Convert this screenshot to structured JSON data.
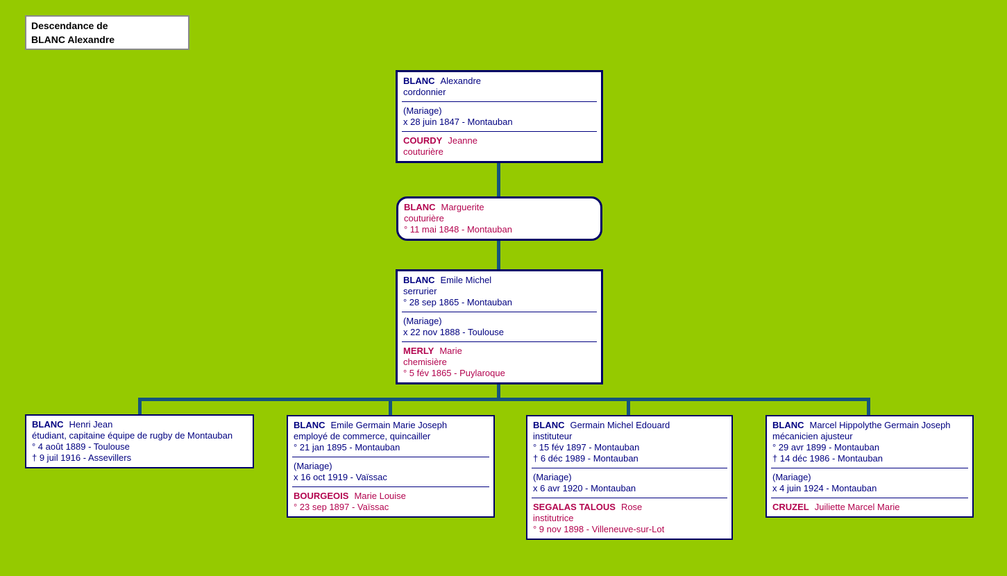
{
  "title_box": {
    "line1": "Descendance de",
    "line2": "BLANC Alexandre"
  },
  "colors": {
    "background": "#95ca00",
    "box_border": "#000066",
    "connector": "#14537d",
    "male_text": "#000080",
    "female_text": "#b3044f",
    "title_text": "#000000",
    "box_background": "#ffffff"
  },
  "nodes": {
    "alexandre": {
      "husband": {
        "surname": "BLANC",
        "given": "Alexandre",
        "occupation": "cordonnier"
      },
      "marriage": {
        "label": "(Mariage)",
        "event": "x 28 juin 1847  - Montauban"
      },
      "wife": {
        "surname": "COURDY",
        "given": "Jeanne",
        "occupation": "couturière"
      }
    },
    "marguerite": {
      "person": {
        "surname": "BLANC",
        "given": "Marguerite",
        "occupation": "couturière",
        "birth": "° 11 mai 1848  - Montauban"
      }
    },
    "emile_michel": {
      "husband": {
        "surname": "BLANC",
        "given": "Emile Michel",
        "occupation": "serrurier",
        "birth": "° 28 sep 1865 - Montauban"
      },
      "marriage": {
        "label": "(Mariage)",
        "event": "x 22 nov 1888 - Toulouse"
      },
      "wife": {
        "surname": "MERLY",
        "given": "Marie",
        "occupation": "chemisière",
        "birth": "° 5 fév 1865  - Puylaroque"
      }
    },
    "henri": {
      "person": {
        "surname": "BLANC",
        "given": "Henri Jean",
        "occupation": "étudiant, capitaine équipe de rugby de Montauban",
        "birth": "° 4 août 1889 - Toulouse",
        "death": "† 9 juil 1916  - Assevillers"
      }
    },
    "emile_germain": {
      "husband": {
        "surname": "BLANC",
        "given": "Emile Germain Marie Joseph",
        "occupation": "employé de commerce, quincailler",
        "birth": "° 21 jan 1895 - Montauban"
      },
      "marriage": {
        "label": "(Mariage)",
        "event": "x 16 oct 1919 - Vaïssac"
      },
      "wife": {
        "surname": "BOURGEOIS",
        "given": "Marie Louise",
        "birth": "° 23 sep 1897 - Vaïssac"
      }
    },
    "germain": {
      "husband": {
        "surname": "BLANC",
        "given": "Germain Michel Edouard",
        "occupation": "instituteur",
        "birth": "° 15 fév 1897 - Montauban",
        "death": "† 6 déc 1989 - Montauban"
      },
      "marriage": {
        "label": "(Mariage)",
        "event": "x 6 avr 1920 - Montauban"
      },
      "wife": {
        "surname": "SEGALAS TALOUS",
        "given": "Rose",
        "occupation": "institutrice",
        "birth": "° 9 nov 1898  - Villeneuve-sur-Lot"
      }
    },
    "marcel": {
      "husband": {
        "surname": "BLANC",
        "given": "Marcel Hippolythe Germain Joseph",
        "occupation": "mécanicien ajusteur",
        "birth": "° 29 avr 1899 - Montauban",
        "death": "† 14 déc 1986  - Montauban"
      },
      "marriage": {
        "label": "(Mariage)",
        "event": "x 4 juin 1924  - Montauban"
      },
      "wife": {
        "surname": "CRUZEL",
        "given": "Juiliette Marcel Marie"
      }
    }
  }
}
